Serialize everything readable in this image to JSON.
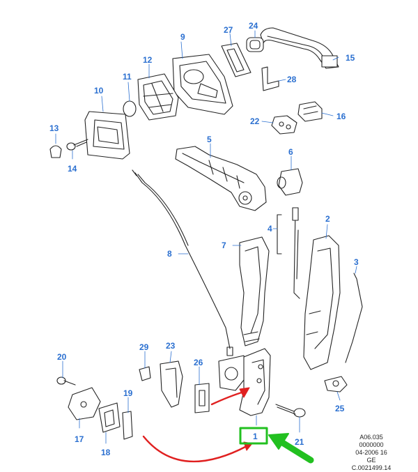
{
  "diagram": {
    "callouts": {
      "c1": "1",
      "c2": "2",
      "c3": "3",
      "c4": "4",
      "c5": "5",
      "c6": "6",
      "c7": "7",
      "c8": "8",
      "c9": "9",
      "c10": "10",
      "c11": "11",
      "c12": "12",
      "c13": "13",
      "c14": "14",
      "c15": "15",
      "c16": "16",
      "c17": "17",
      "c18": "18",
      "c19": "19",
      "c20": "20",
      "c21": "21",
      "c22": "22",
      "c23": "23",
      "c24": "24",
      "c25": "25",
      "c26": "26",
      "c27": "27",
      "c28": "28",
      "c29": "29"
    },
    "reference": {
      "line1": "A06.035",
      "line2": "0000000",
      "line3": "04-2006 16",
      "line4": "GE",
      "line5": "C.0021499.14"
    }
  },
  "colors": {
    "callout": "#2a6fd0",
    "line_art": "#222222",
    "red_arrow": "#e02020",
    "green_highlight": "#22c020"
  }
}
